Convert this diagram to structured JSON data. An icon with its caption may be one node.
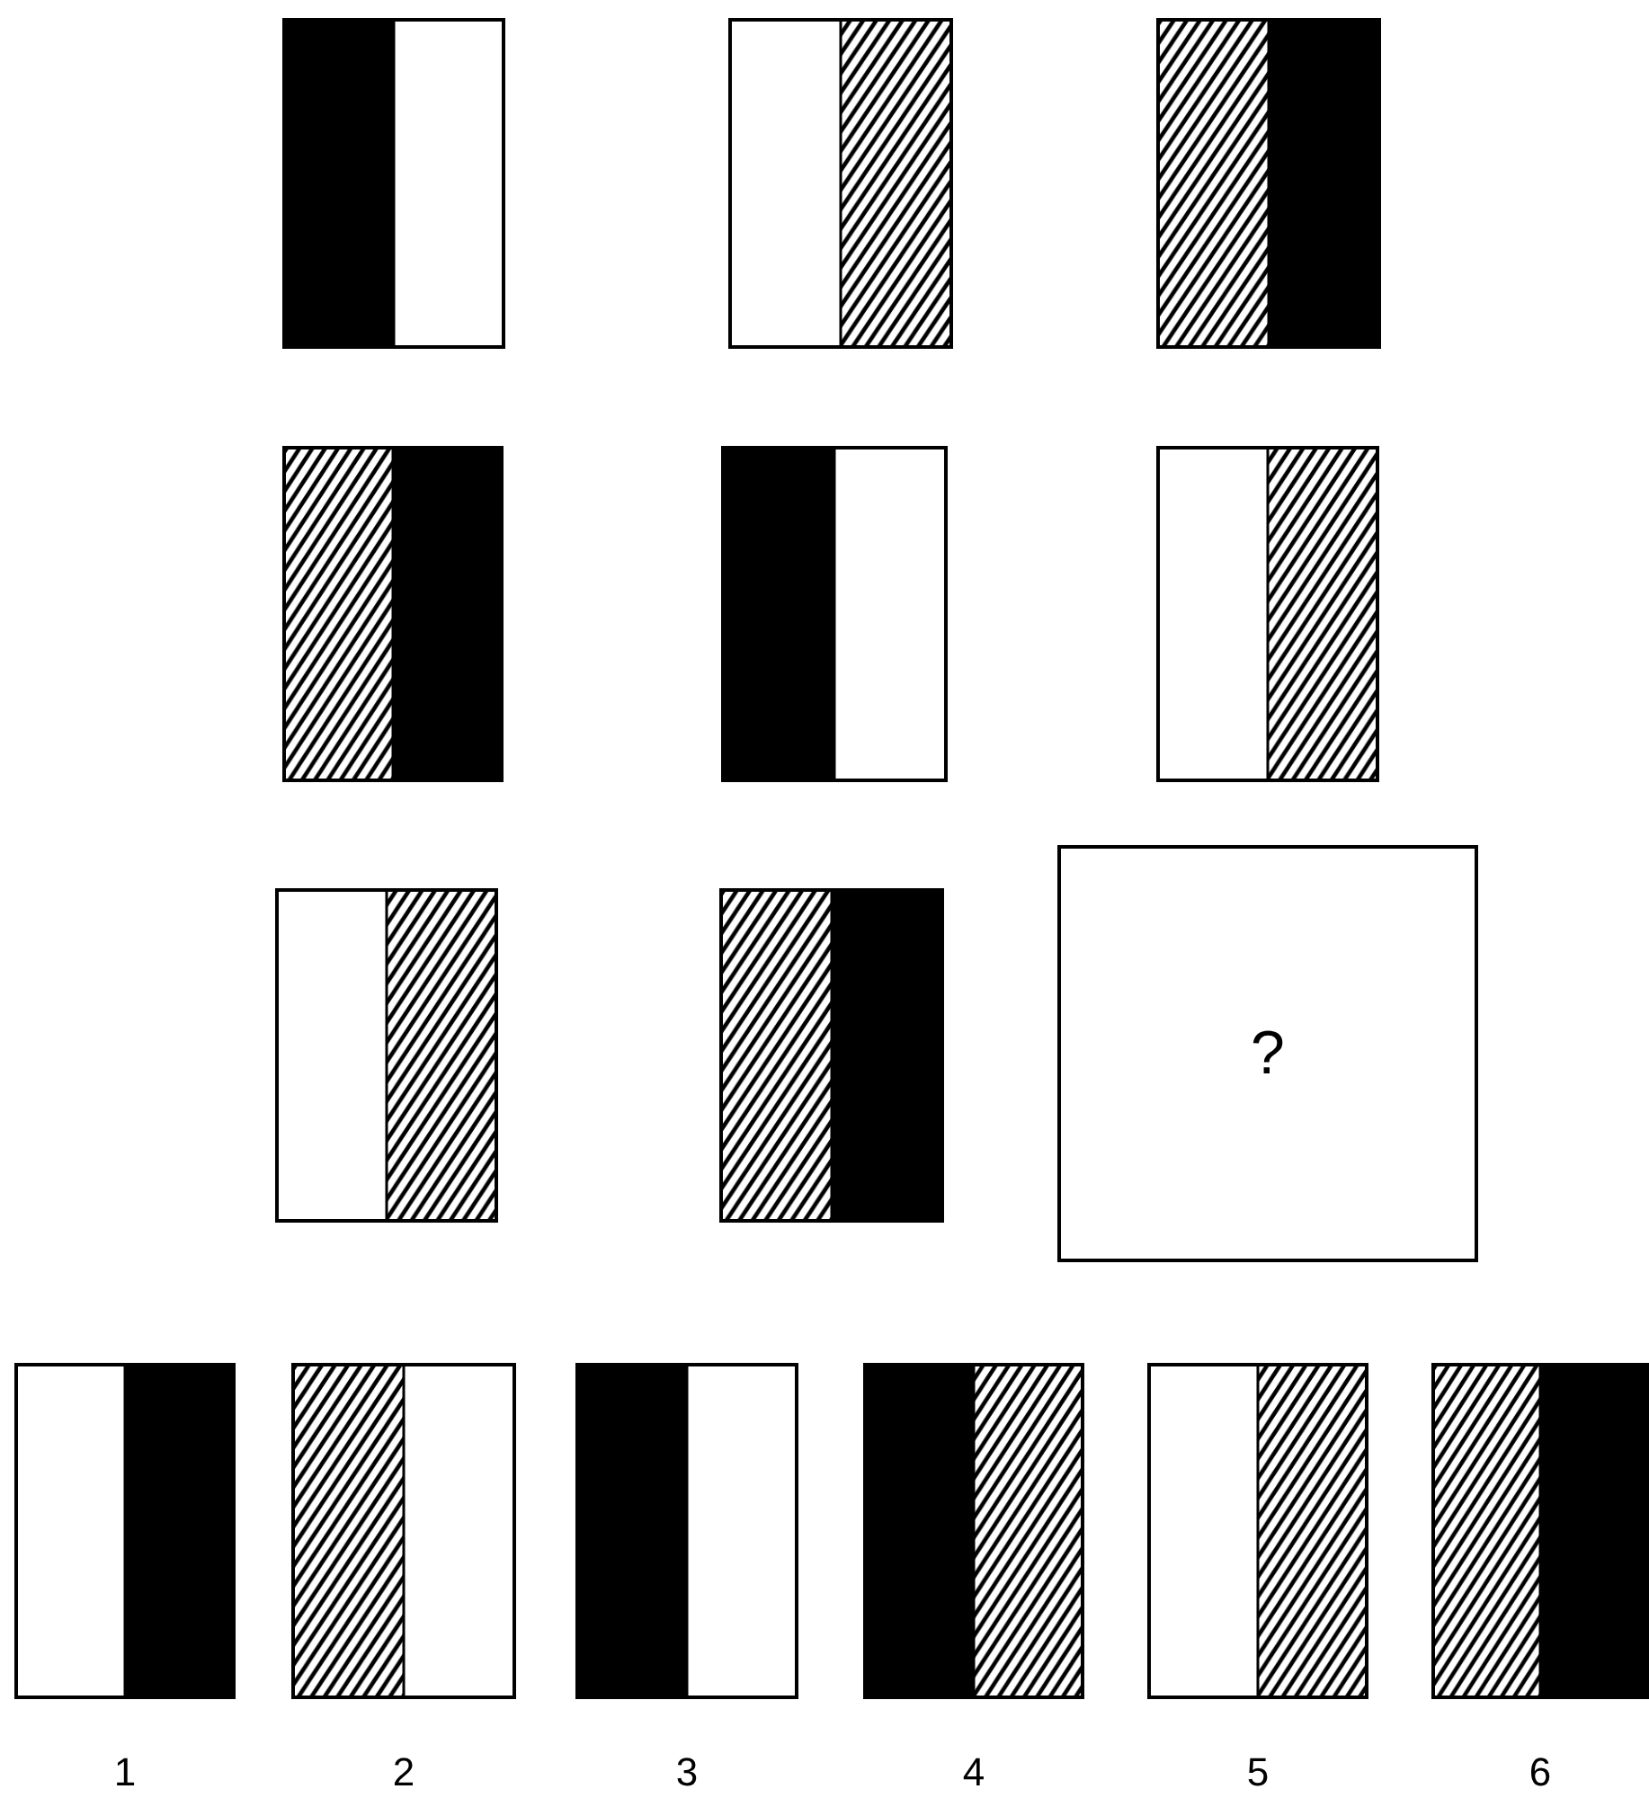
{
  "diagram": {
    "nodes": [
      {
        "text": [],
        "shape": "box"
      },
      {
        "text": [],
        "shape": "box"
      },
      {
        "text": [],
        "shape": "box"
      },
      {
        "text": [],
        "shape": "box"
      },
      {
        "text": [],
        "shape": "box"
      },
      {
        "text": [],
        "shape": "box"
      },
      {
        "text": [],
        "shape": "box"
      },
      {
        "text": [],
        "shape": "box"
      },
      {
        "text": [
          "?"
        ]
      },
      {
        "text": [],
        "shape": "box",
        "beside": [
          "1"
        ]
      },
      {
        "text": [],
        "shape": "box",
        "beside": [
          "2"
        ]
      },
      {
        "text": [],
        "shape": "box",
        "beside": [
          "3"
        ]
      },
      {
        "text": [],
        "shape": "box",
        "beside": [
          "4"
        ]
      },
      {
        "text": [],
        "shape": "box",
        "beside": [
          "5"
        ]
      },
      {
        "text": [],
        "shape": "box",
        "beside": [
          "6"
        ]
      }
    ]
  }
}
